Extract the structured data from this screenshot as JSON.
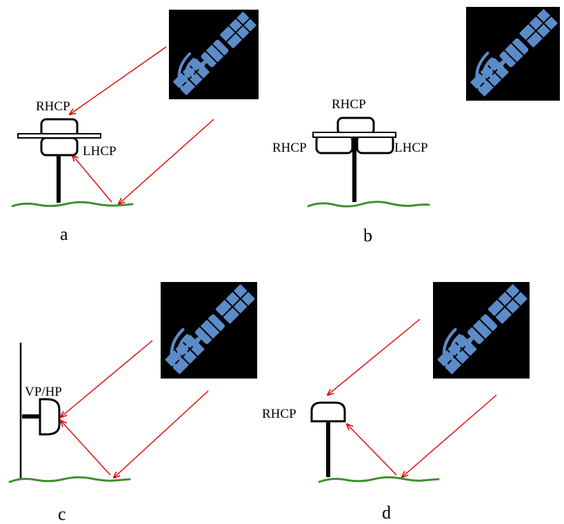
{
  "panels": {
    "a": {
      "caption": "a",
      "labels": {
        "top": "RHCP",
        "bottom": "LHCP"
      }
    },
    "b": {
      "caption": "b",
      "labels": {
        "top": "RHCP",
        "left": "RHCP",
        "right": "LHCP"
      }
    },
    "c": {
      "caption": "c",
      "labels": {
        "side": "VP/HP"
      }
    },
    "d": {
      "caption": "d",
      "labels": {
        "side": "RHCP"
      }
    }
  },
  "colors": {
    "ray": "#e00000",
    "ground": "#3f8f2f",
    "satellite": "#5b8cc8",
    "satellite_bg": "#000000"
  },
  "icons": [
    "satellite-icon",
    "antenna-icon",
    "ground-line"
  ]
}
